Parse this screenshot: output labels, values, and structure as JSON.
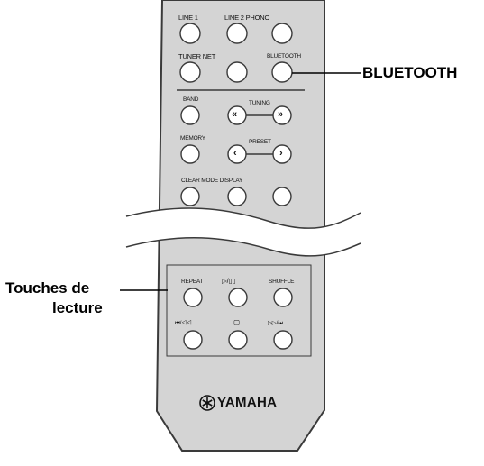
{
  "remote": {
    "row1": {
      "line1": "LINE 1",
      "line2_phono": "LINE 2 PHONO"
    },
    "row2": {
      "tuner_net": "TUNER NET",
      "bluetooth": "BLUETOOTH"
    },
    "tuning": {
      "band": "BAND",
      "tuning": "TUNING"
    },
    "preset": {
      "memory": "MEMORY",
      "preset": "PRESET"
    },
    "row5": {
      "clear_mode_display": "CLEAR MODE DISPLAY"
    },
    "playback": {
      "repeat": "REPEAT",
      "play_pause": "▷/▯▯",
      "shuffle": "SHUFFLE",
      "prev": "⏮/◁◁",
      "stop": "▢",
      "next": "▷▷/⏭"
    },
    "logo": {
      "brand": "YAMAHA"
    }
  },
  "callouts": {
    "bluetooth": "BLUETOOTH",
    "playback_line1": "Touches de",
    "playback_line2": "lecture"
  },
  "colors": {
    "body": "#d4d4d4",
    "outline": "#3a3a3a",
    "button_fill": "#ffffff",
    "text": "#111111"
  }
}
